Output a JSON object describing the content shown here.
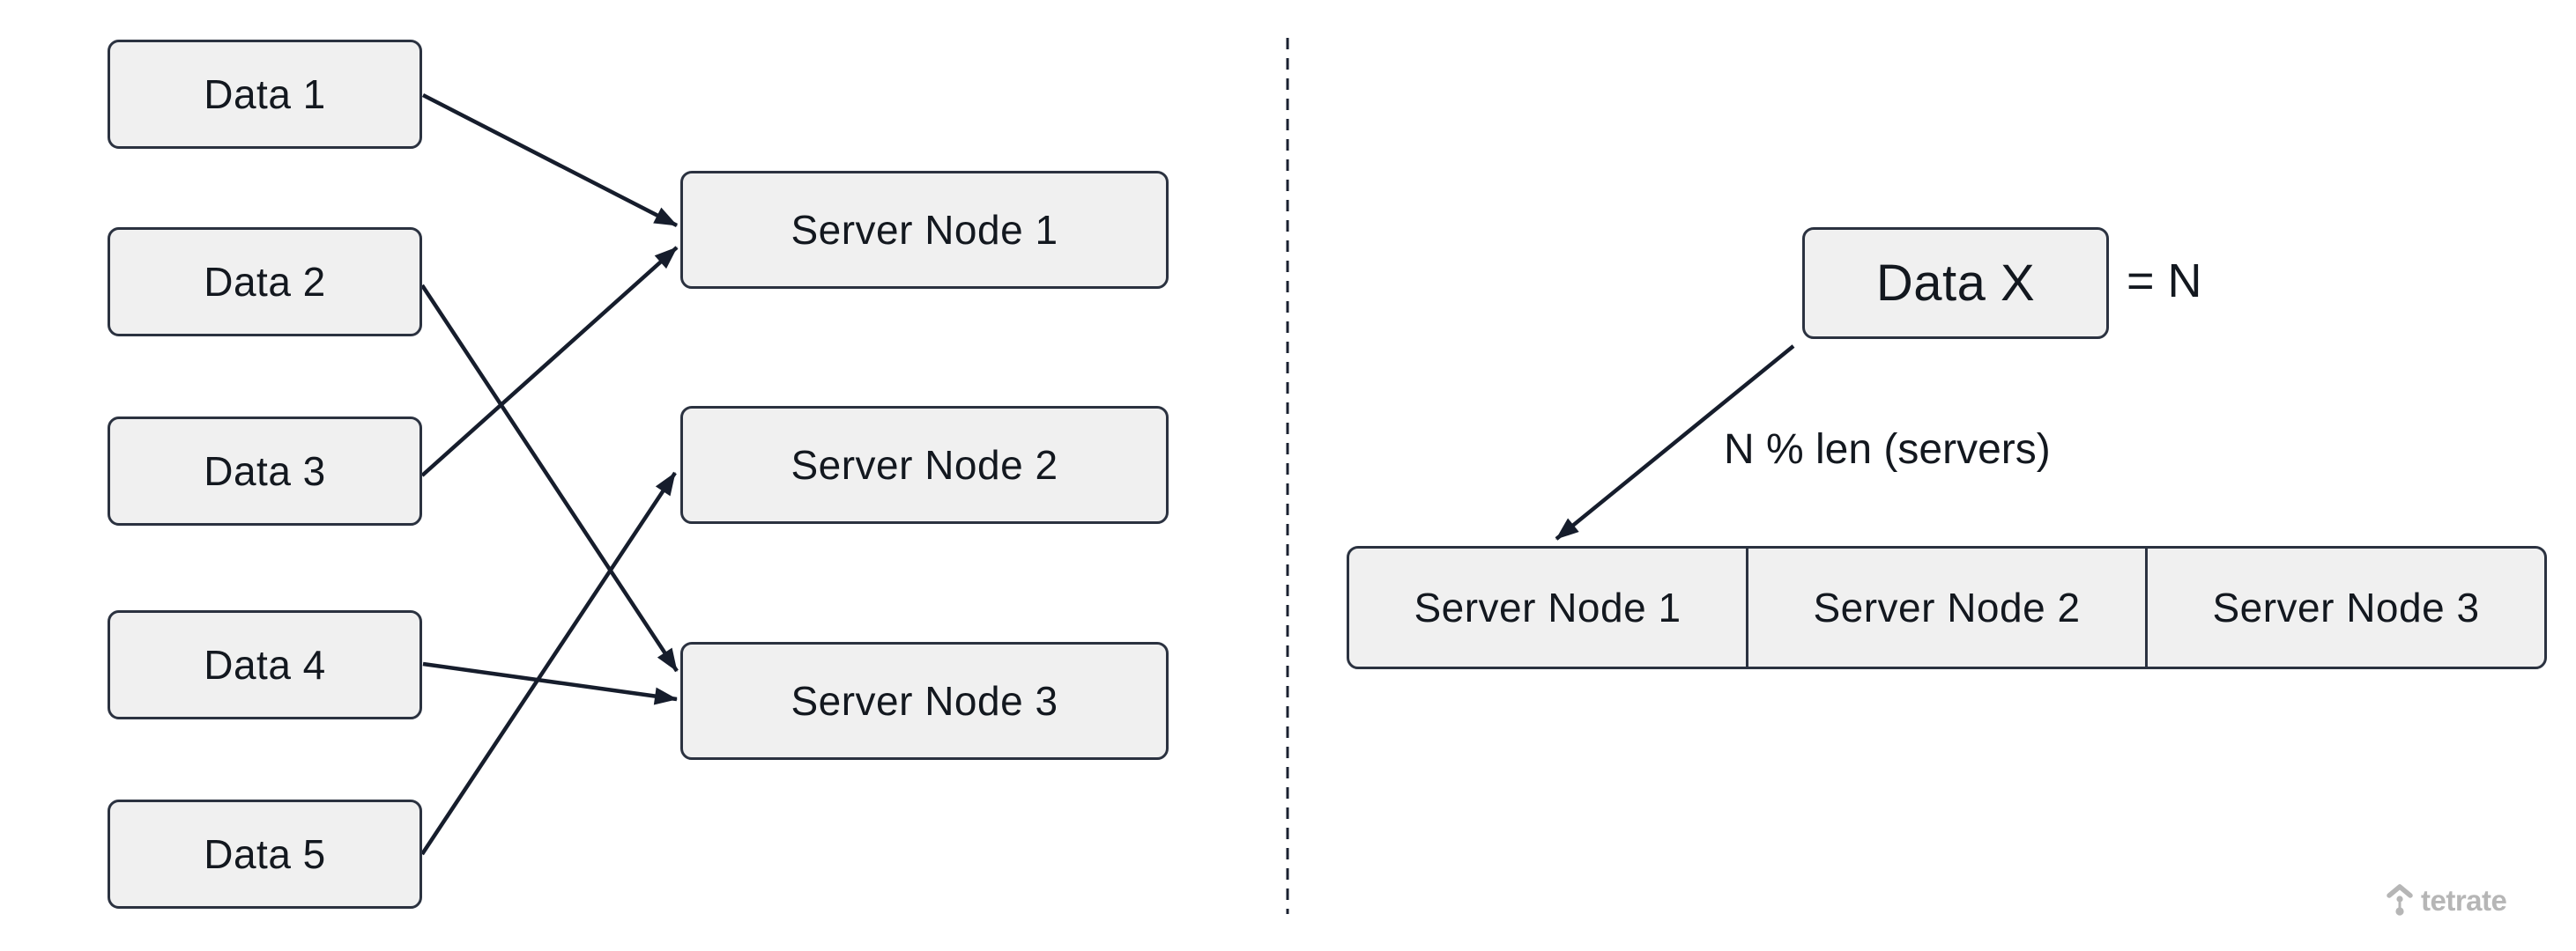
{
  "colors": {
    "background": "#ffffff",
    "node_fill": "#f0f0f0",
    "node_border": "#2b3240",
    "edge_line": "#161d2c",
    "text": "#13181f",
    "divider": "#1a2130",
    "watermark": "#b6b6b6"
  },
  "left_panel": {
    "data_nodes": [
      {
        "label": "Data 1"
      },
      {
        "label": "Data 2"
      },
      {
        "label": "Data 3"
      },
      {
        "label": "Data 4"
      },
      {
        "label": "Data 5"
      }
    ],
    "server_nodes": [
      {
        "label": "Server Node 1"
      },
      {
        "label": "Server Node 2"
      },
      {
        "label": "Server Node 3"
      }
    ],
    "edges": [
      {
        "from": "Data 1",
        "to": "Server Node 1"
      },
      {
        "from": "Data 2",
        "to": "Server Node 3"
      },
      {
        "from": "Data 3",
        "to": "Server Node 1"
      },
      {
        "from": "Data 4",
        "to": "Server Node 3"
      },
      {
        "from": "Data 5",
        "to": "Server Node 2"
      }
    ]
  },
  "right_panel": {
    "data_node_label": "Data X",
    "equals_label": "= N",
    "arrow_label": "N % len (servers)",
    "server_cells": [
      {
        "label": "Server Node 1"
      },
      {
        "label": "Server Node 2"
      },
      {
        "label": "Server Node 3"
      }
    ],
    "edge": {
      "from": "Data X",
      "to": "Server Node 1"
    }
  },
  "watermark": {
    "text": "tetrate"
  }
}
